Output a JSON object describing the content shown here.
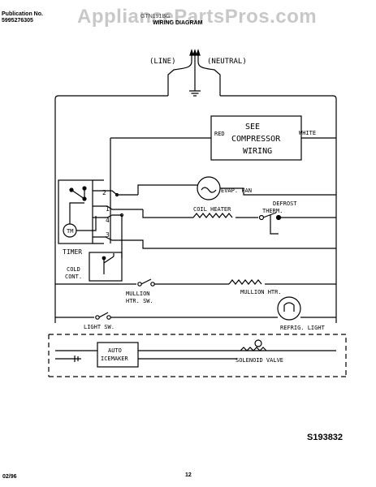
{
  "header": {
    "publication_label": "Publication No.",
    "publication_number": "5995276305",
    "model_code": "GTN191BG",
    "title": "WIRING DIAGRAM",
    "watermark": "AppliancePartsPros.com"
  },
  "diagram": {
    "line_label": "(LINE)",
    "neutral_label": "(NEUTRAL)",
    "compressor": {
      "red": "RED",
      "white": "WHITE",
      "line1": "SEE",
      "line2": "COMPRESSOR",
      "line3": "WIRING"
    },
    "evap_fan": "EVAP. FAN",
    "coil_heater": "COIL HEATER",
    "defrost_therm_1": "DEFROST",
    "defrost_therm_2": "THERM.",
    "timer_motor": "TM",
    "timer_label": "TIMER",
    "timer_terminals": [
      "2",
      "1",
      "4",
      "3"
    ],
    "cold_cont_1": "COLD",
    "cold_cont_2": "CONT.",
    "mullion_sw_1": "MULLION",
    "mullion_sw_2": "HTR. SW.",
    "mullion_htr": "MULLION HTR.",
    "refrig_light": "REFRIG. LIGHT",
    "light_sw": "LIGHT SW.",
    "icemaker_1": "AUTO",
    "icemaker_2": "ICEMAKER",
    "solenoid_valve": "SOLENOID VALVE"
  },
  "footer": {
    "diagram_id": "S193832",
    "date": "02/96",
    "page": "12"
  }
}
